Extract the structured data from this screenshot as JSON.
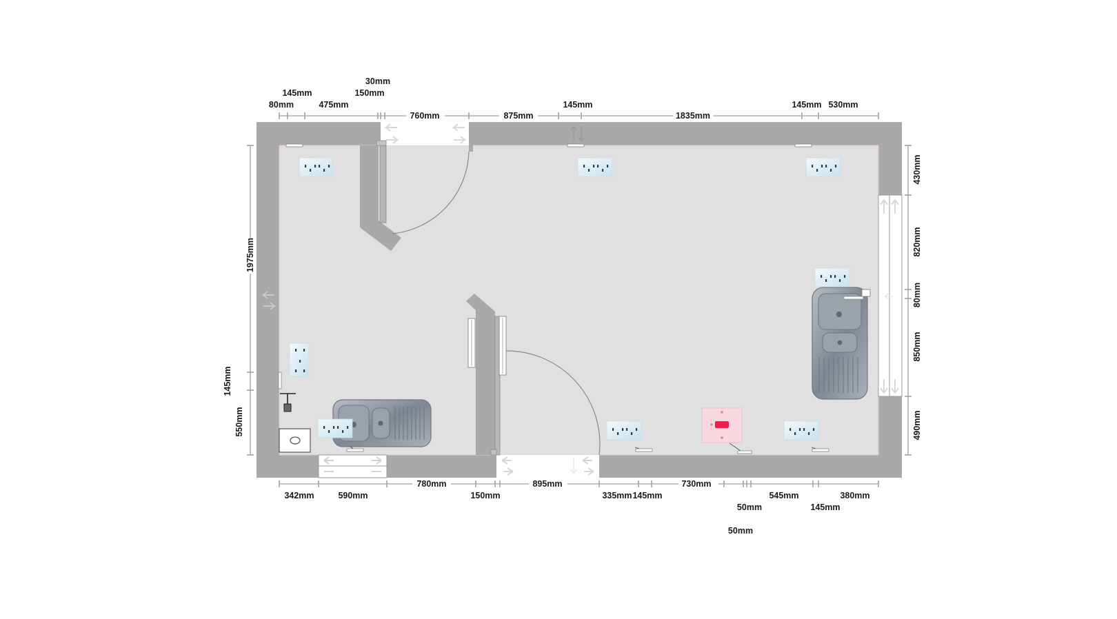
{
  "plan": {
    "top_dimensions": [
      "80mm",
      "145mm",
      "475mm",
      "30mm",
      "150mm",
      "760mm",
      "875mm",
      "145mm",
      "1835mm",
      "145mm",
      "530mm"
    ],
    "bottom_dimensions": [
      "342mm",
      "590mm",
      "780mm",
      "150mm",
      "895mm",
      "335mm",
      "145mm",
      "730mm",
      "50mm",
      "545mm",
      "145mm",
      "380mm",
      "50mm"
    ],
    "left_dimensions": [
      "1975mm",
      "145mm",
      "550mm"
    ],
    "right_dimensions": [
      "430mm",
      "820mm",
      "80mm",
      "850mm",
      "490mm"
    ]
  },
  "colors": {
    "wall": "#a9a9a9",
    "floor": "#e0e0e0",
    "opening": "#ffffff",
    "socket": "#d8ecf4",
    "cooker_switch": "#f8d8de",
    "cooker_switch_indicator": "#ef1f47",
    "sink": "#8e96a0"
  },
  "icons": [
    "socket-icon",
    "sink-icon",
    "cooker-switch-icon",
    "door-swing-icon",
    "window-icon",
    "radiator-icon",
    "tap-icon"
  ]
}
